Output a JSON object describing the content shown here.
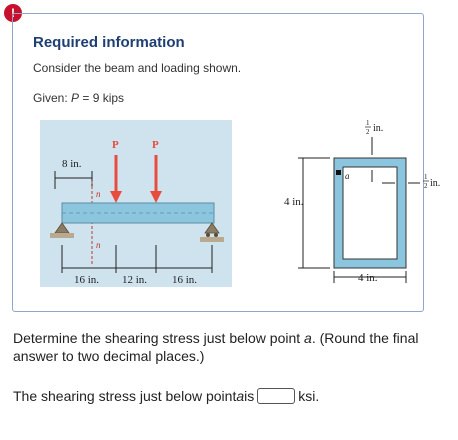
{
  "alert": {
    "symbol": "!"
  },
  "card": {
    "title": "Required information",
    "description": "Consider the beam and loading shown.",
    "given_prefix": "Given: ",
    "given_var": "P",
    "given_value": " = 9 kips"
  },
  "figure": {
    "load_label_1": "P",
    "load_label_2": "P",
    "overhang_label": "8 in.",
    "section_mark_top": "n",
    "section_mark_bottom": "n",
    "span_1": "16 in.",
    "span_2": "12 in.",
    "span_3": "16 in.",
    "height_label": "4 in.",
    "width_label": "4 in.",
    "point_label": "a",
    "wall_top_label": "in.",
    "wall_side_label": "in.",
    "fraction_num": "1",
    "fraction_den": "2"
  },
  "question": {
    "text_before": "Determine the shearing stress just below point ",
    "point": "a",
    "text_after": ". (Round the final answer to two decimal places.)"
  },
  "answer": {
    "prefix": "The shearing stress just below point ",
    "point": "a",
    "is_word": " is",
    "value": "",
    "unit": "ksi."
  }
}
